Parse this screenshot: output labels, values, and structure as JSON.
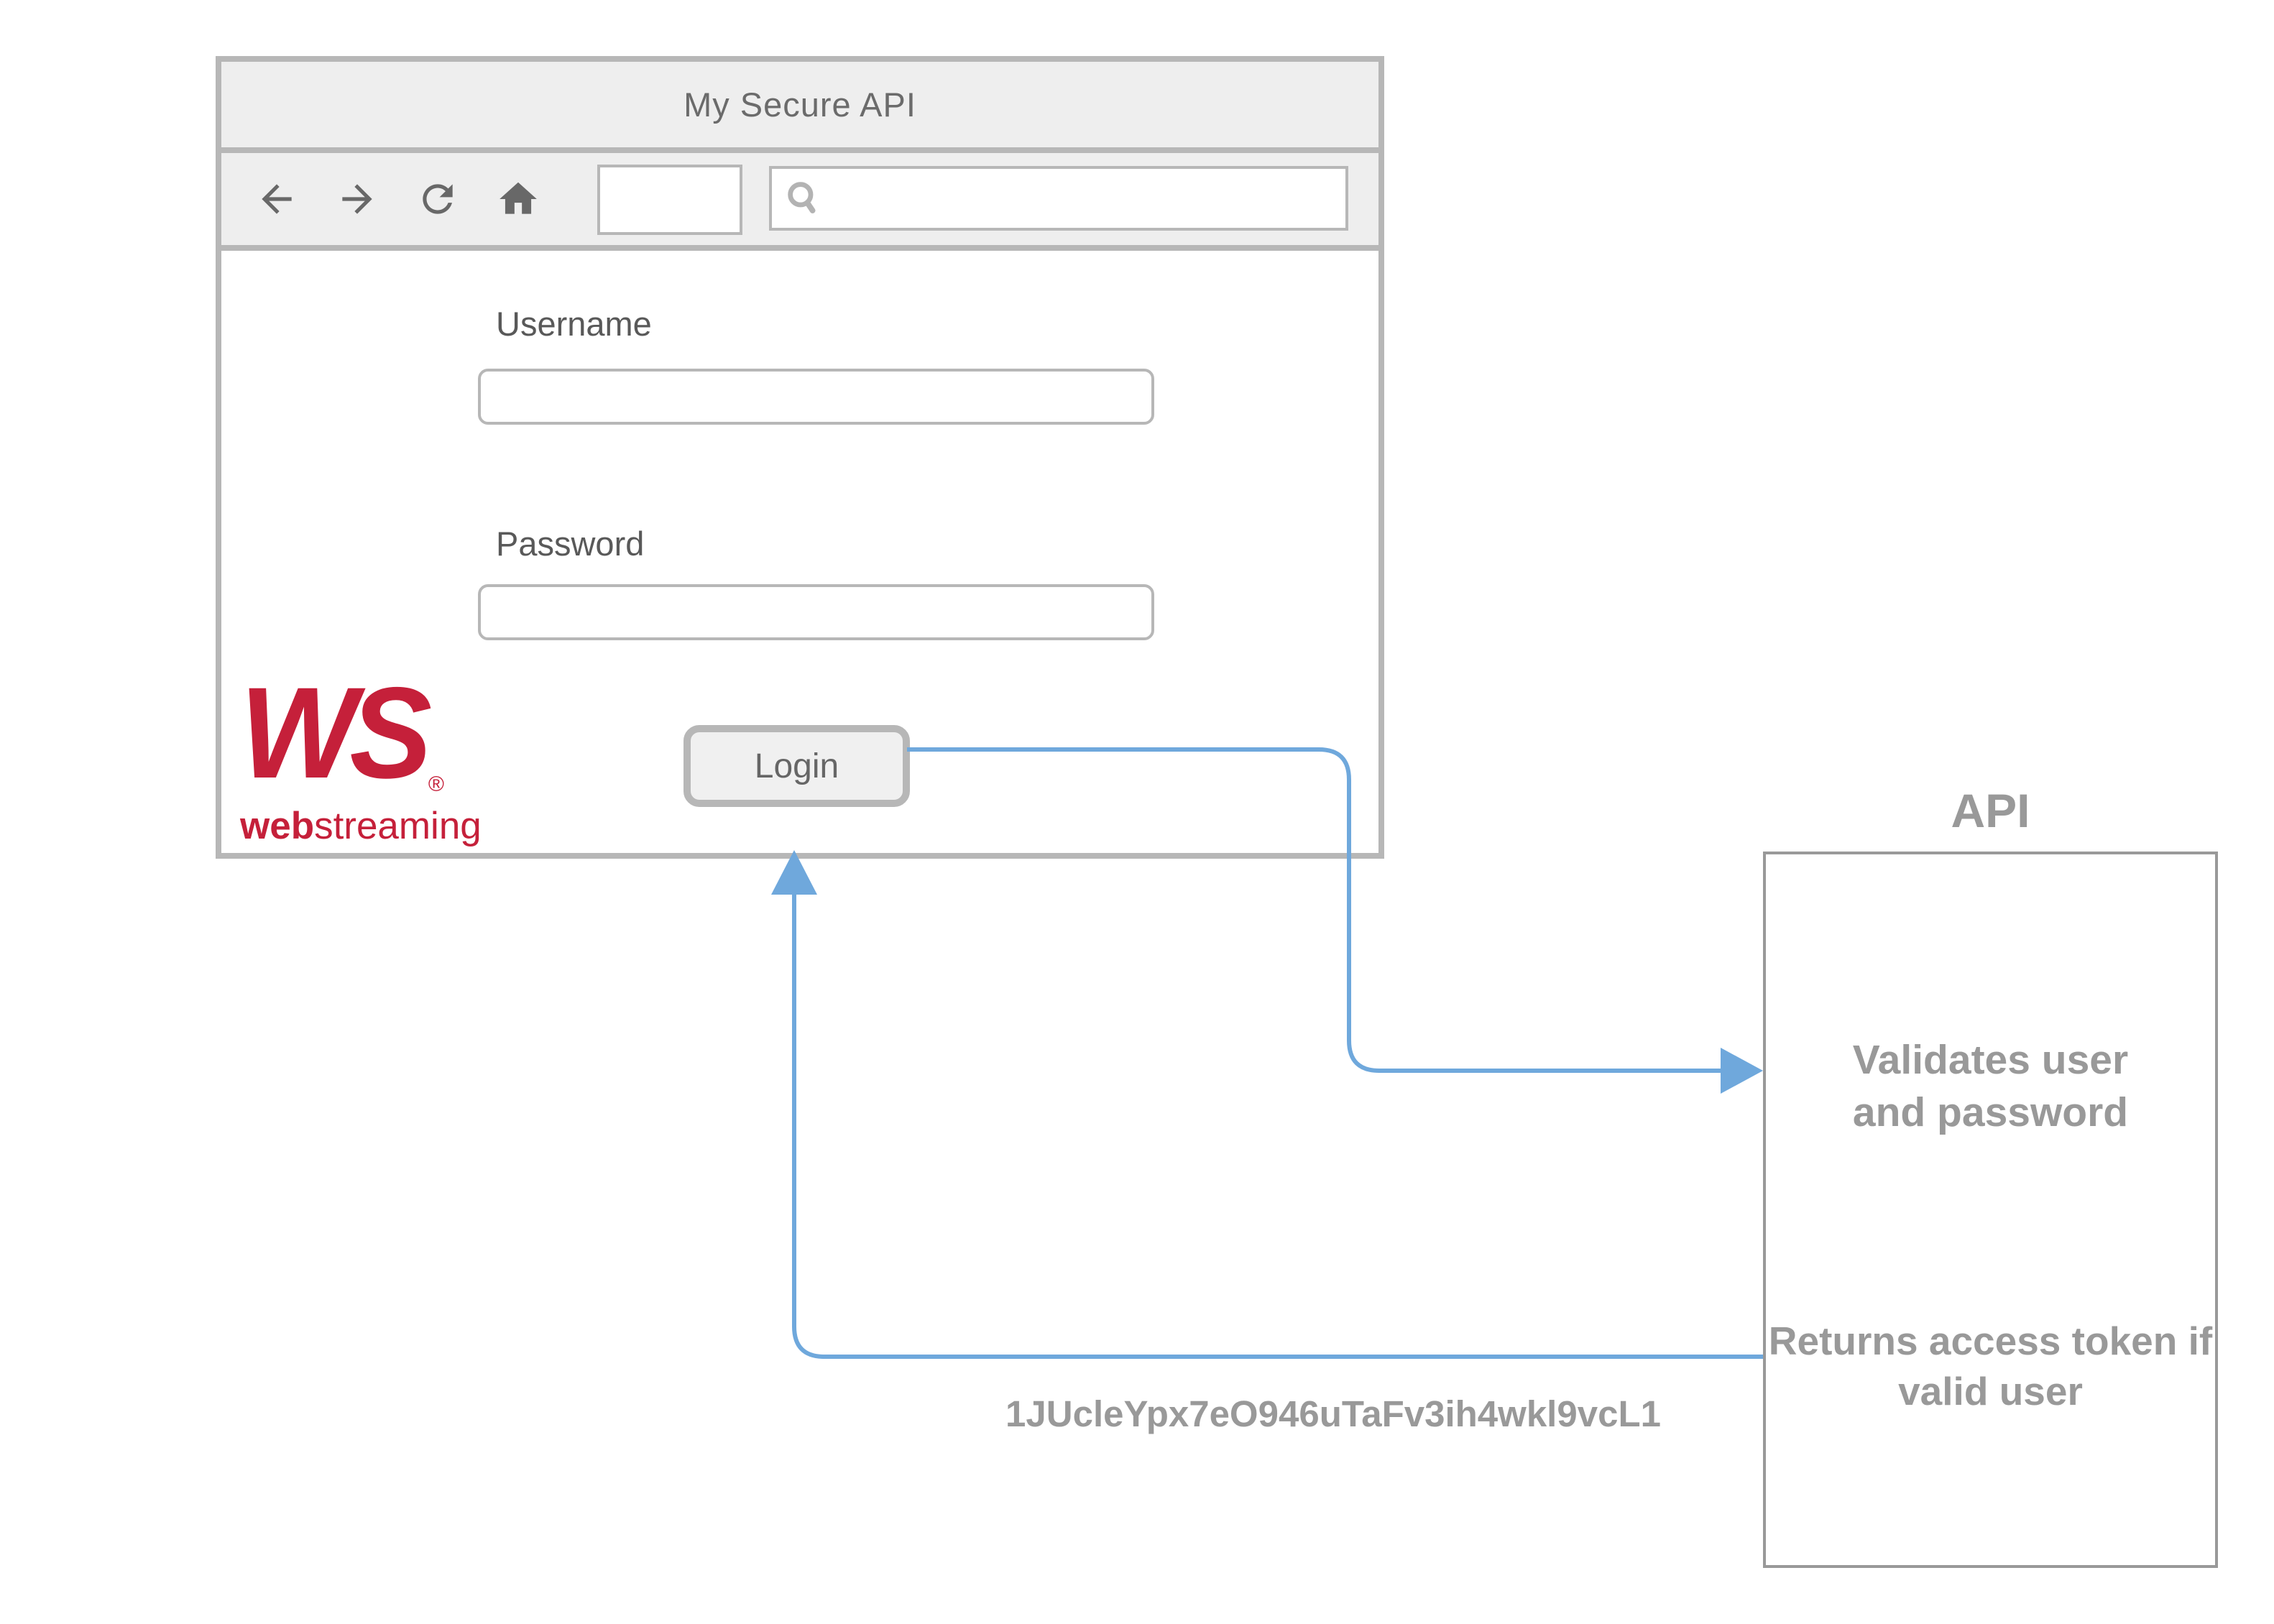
{
  "window": {
    "title": "My Secure API",
    "toolbar": {
      "icons": [
        "back-icon",
        "forward-icon",
        "refresh-icon",
        "home-icon"
      ],
      "search": {
        "icon": "search-icon",
        "value": "",
        "placeholder": ""
      },
      "mini_box_value": ""
    },
    "form": {
      "username_label": "Username",
      "username_value": "",
      "password_label": "Password",
      "password_value": "",
      "login_label": "Login"
    },
    "logo": {
      "mark": "WS",
      "registered": "®",
      "brand_bold": "web",
      "brand_regular": "streaming"
    }
  },
  "api_panel": {
    "title": "API",
    "validate_text": "Validates user and password",
    "return_text": "Returns access token if valid user"
  },
  "flow": {
    "token": "1JUcleYpx7eO946uTaFv3ih4wkl9vcL1",
    "forward_arrow": "login-to-api",
    "return_arrow": "api-to-login"
  },
  "colors": {
    "arrow_blue": "#6fa8dc",
    "chrome_border_gray": "#b7b7b7",
    "panel_border_gray": "#999999",
    "chrome_fill": "#eeeeee",
    "title_text_gray": "#6b6b6b",
    "label_text_gray": "#595959",
    "muted_text_gray": "#999999",
    "icon_gray": "#686868",
    "logo_red": "#c5203a",
    "button_fill": "#f0f0f0"
  }
}
